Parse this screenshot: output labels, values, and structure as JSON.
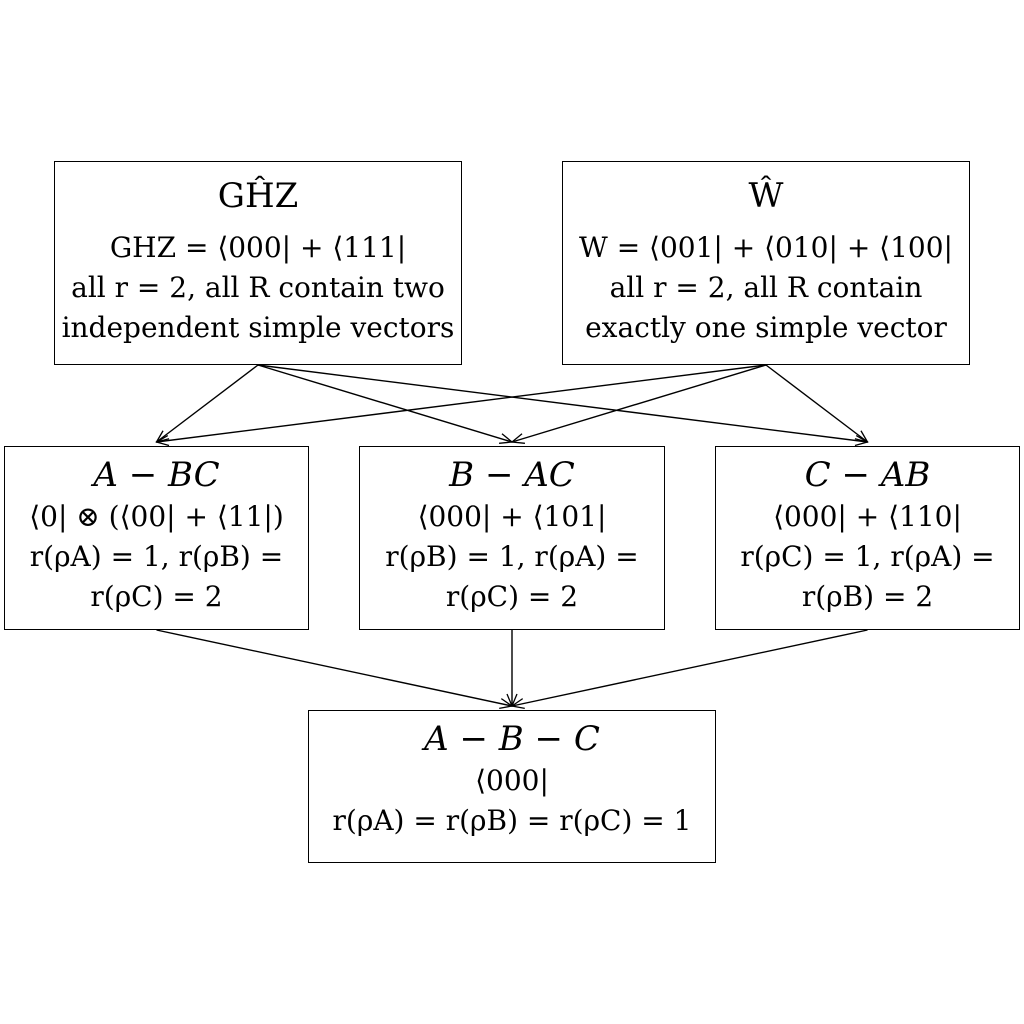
{
  "nodes": {
    "ghz": {
      "title": "GĤZ",
      "lines": [
        "GHZ = ⟨000| + ⟨111|",
        "all r = 2, all R contain two",
        "independent simple vectors"
      ]
    },
    "w": {
      "title": "Ŵ",
      "lines": [
        "W = ⟨001| + ⟨010| + ⟨100|",
        "all r = 2, all R contain",
        "exactly one simple vector"
      ]
    },
    "a_bc": {
      "title": "A − BC",
      "lines": [
        "⟨0| ⊗ (⟨00| + ⟨11|)",
        "r(ρA) = 1, r(ρB) =",
        "r(ρC) = 2"
      ]
    },
    "b_ac": {
      "title": "B − AC",
      "lines": [
        "⟨000| + ⟨101|",
        "r(ρB) = 1, r(ρA) =",
        "r(ρC) = 2"
      ]
    },
    "c_ab": {
      "title": "C − AB",
      "lines": [
        "⟨000| + ⟨110|",
        "r(ρC) = 1, r(ρA) =",
        "r(ρB) = 2"
      ]
    },
    "a_b_c": {
      "title": "A − B − C",
      "lines": [
        "⟨000|",
        "r(ρA) = r(ρB) = r(ρC) = 1"
      ]
    }
  },
  "edges": [
    {
      "from": "ghz",
      "to": "a_bc"
    },
    {
      "from": "ghz",
      "to": "b_ac"
    },
    {
      "from": "ghz",
      "to": "c_ab"
    },
    {
      "from": "w",
      "to": "a_bc"
    },
    {
      "from": "w",
      "to": "b_ac"
    },
    {
      "from": "w",
      "to": "c_ab"
    },
    {
      "from": "a_bc",
      "to": "a_b_c"
    },
    {
      "from": "b_ac",
      "to": "a_b_c"
    },
    {
      "from": "c_ab",
      "to": "a_b_c"
    }
  ]
}
